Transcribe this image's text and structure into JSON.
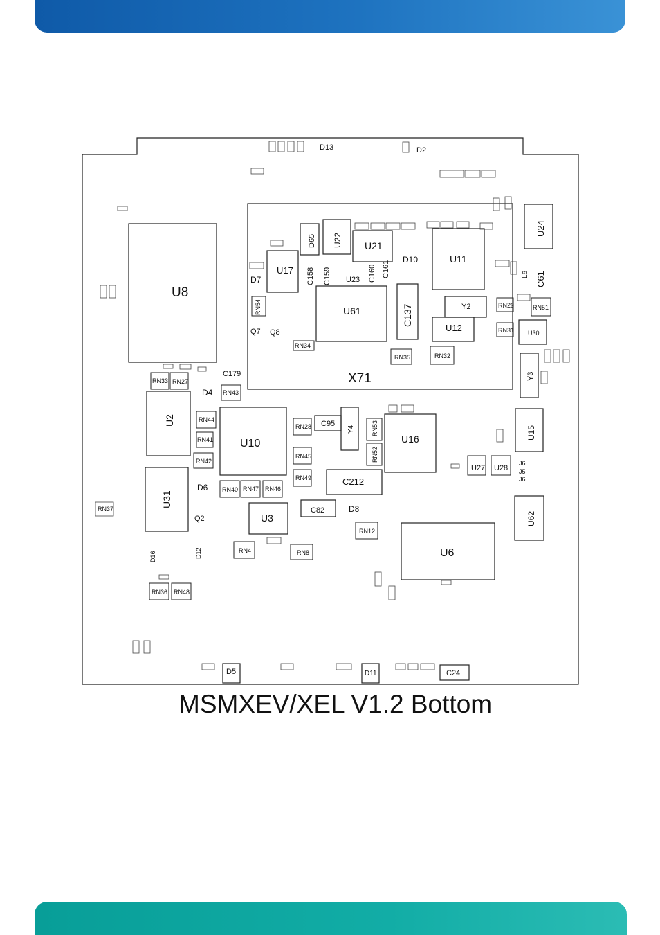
{
  "caption": "MSMXEV/XEL V1.2 Bottom",
  "colors": {
    "header_bar": "#1e73c0",
    "footer_bar": "#12ada6",
    "outline": "#222222"
  },
  "labels": {
    "D13": "D13",
    "D2": "D2",
    "U8": "U8",
    "U24": "U24",
    "U22": "U22",
    "U21": "U21",
    "U11": "U11",
    "D65": "D65",
    "U17": "U17",
    "D7": "D7",
    "C158": "C158",
    "C159": "C159",
    "U23": "U23",
    "C160": "C160",
    "C161": "C161",
    "D10": "D10",
    "C61": "C61",
    "L6": "L6",
    "U61": "U61",
    "C137": "C137",
    "Y2": "Y2",
    "U12": "U12",
    "RN29": "RN29",
    "RN51": "RN51",
    "RN31": "RN31",
    "U30": "U30",
    "RN54": "RN54",
    "Q7": "Q7",
    "Q8": "Q8",
    "RN34": "RN34",
    "RN35": "RN35",
    "RN32": "RN32",
    "X71": "X71",
    "Y3": "Y3",
    "C179": "C179",
    "RN33": "RN33",
    "RN27": "RN27",
    "D4": "D4",
    "RN43": "RN43",
    "U2": "U2",
    "RN44": "RN44",
    "U10": "U10",
    "RN28": "RN28",
    "C95": "C95",
    "Y4": "Y4",
    "RN53": "RN53",
    "U16": "U16",
    "U15": "U15",
    "RN41": "RN41",
    "RN42": "RN42",
    "RN45": "RN45",
    "RN52": "RN52",
    "U27": "U27",
    "U28": "U28",
    "J6": "J6",
    "J5": "J5",
    "J6b": "J6",
    "U31": "U31",
    "D6": "D6",
    "RN40": "RN40",
    "RN47": "RN47",
    "RN46": "RN46",
    "RN49": "RN49",
    "C212": "C212",
    "RN37": "RN37",
    "U3": "U3",
    "C82": "C82",
    "D8": "D8",
    "U62": "U62",
    "Q2": "Q2",
    "RN12": "RN12",
    "U6": "U6",
    "RN4": "RN4",
    "RN8": "RN8",
    "D16": "D16",
    "D12": "D12",
    "RN36": "RN36",
    "RN48": "RN48",
    "D5": "D5",
    "D11": "D11",
    "C24": "C24"
  }
}
